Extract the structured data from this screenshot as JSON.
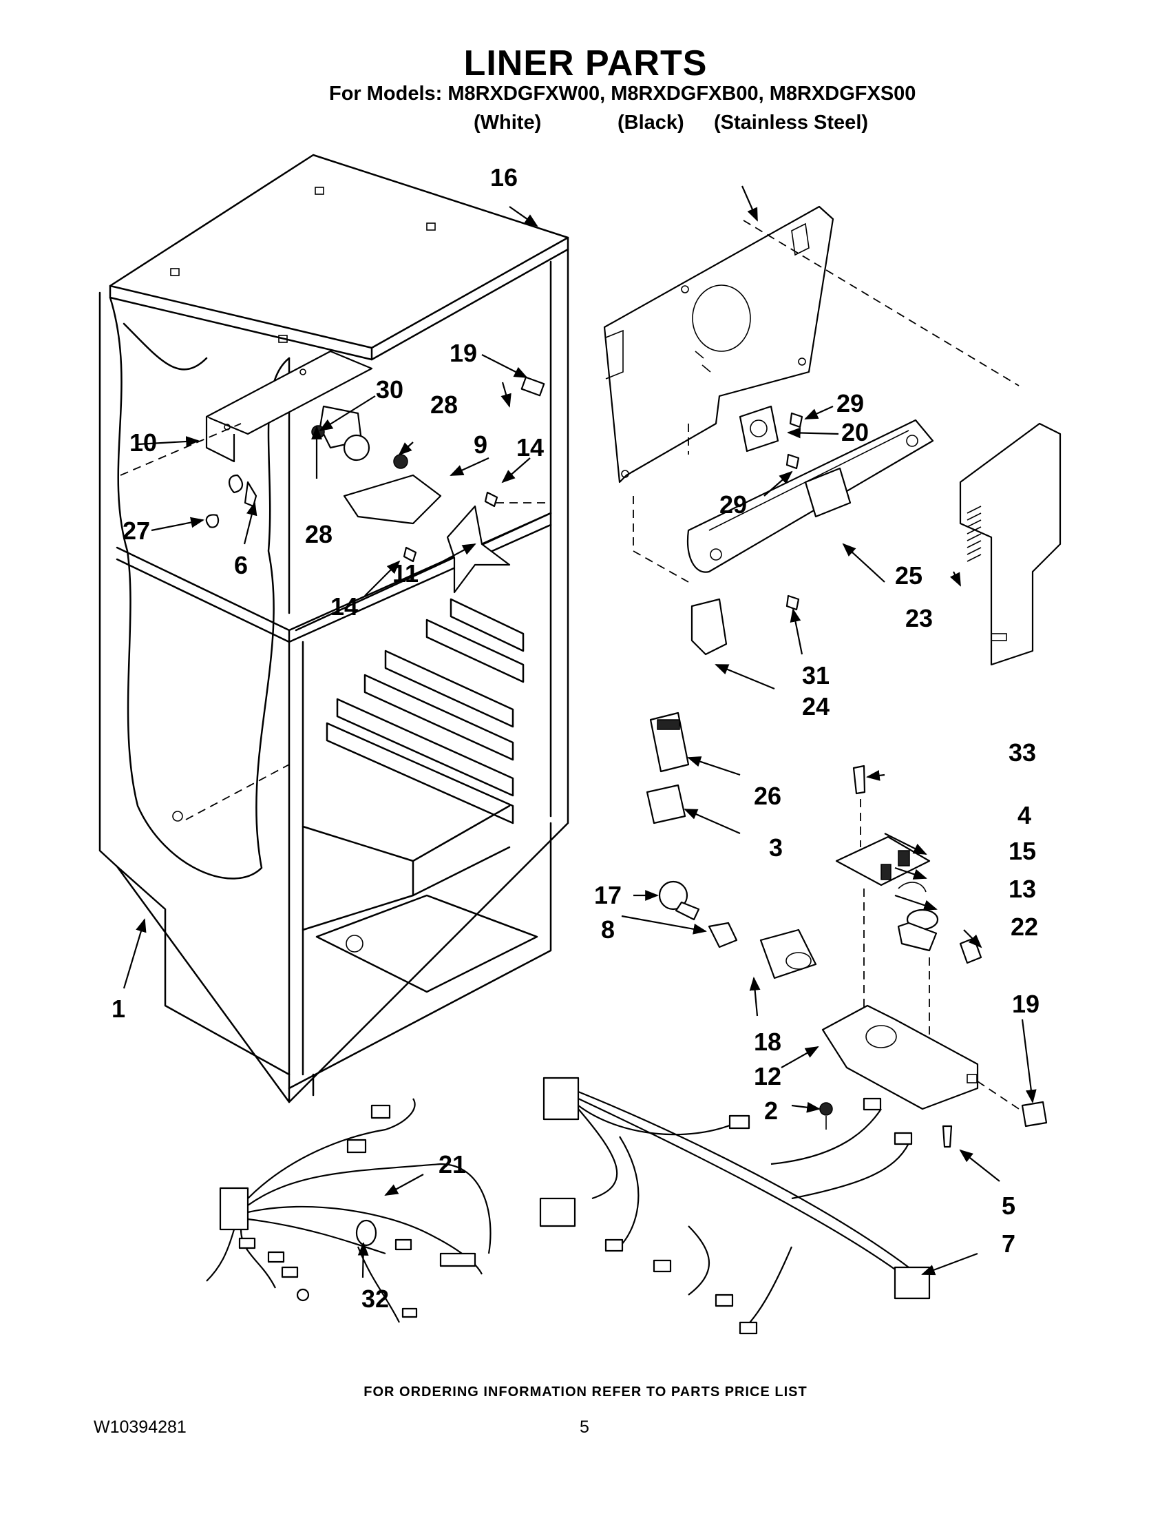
{
  "page": {
    "title": "LINER PARTS",
    "models_line": "For Models: M8RXDGFXW00, M8RXDGFXB00, M8RXDGFXS00",
    "variants": [
      "(White)",
      "(Black)",
      "(Stainless Steel)"
    ],
    "footer_note": "FOR ORDERING INFORMATION REFER TO PARTS PRICE LIST",
    "document_number": "W10394281",
    "page_number": "5"
  },
  "callouts": {
    "c1": "1",
    "c2": "2",
    "c3": "3",
    "c4": "4",
    "c5": "5",
    "c6": "6",
    "c7": "7",
    "c8": "8",
    "c9": "9",
    "c10": "10",
    "c11": "11",
    "c12": "12",
    "c13": "13",
    "c14a": "14",
    "c14b": "14",
    "c15": "15",
    "c16": "16",
    "c17": "17",
    "c18": "18",
    "c19a": "19",
    "c19b": "19",
    "c20": "20",
    "c21": "21",
    "c22": "22",
    "c23": "23",
    "c24": "24",
    "c25": "25",
    "c26": "26",
    "c27": "27",
    "c28a": "28",
    "c28b": "28",
    "c29a": "29",
    "c29b": "29",
    "c30": "30",
    "c31": "31",
    "c32": "32",
    "c33": "33"
  }
}
